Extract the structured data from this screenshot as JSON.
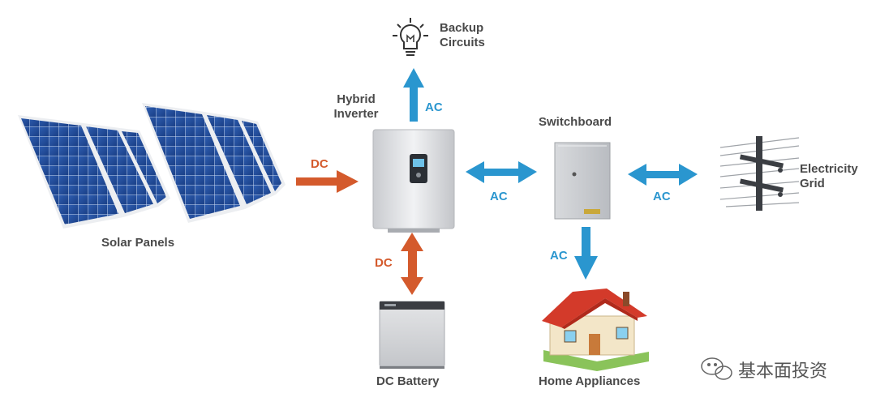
{
  "nodes": {
    "backup": {
      "line1": "Backup",
      "line2": "Circuits"
    },
    "inverter": {
      "line1": "Hybrid",
      "line2": "Inverter"
    },
    "switchboard": {
      "label": "Switchboard"
    },
    "grid": {
      "line1": "Electricity",
      "line2": "Grid"
    },
    "solar": {
      "label": "Solar Panels"
    },
    "battery": {
      "label": "DC Battery"
    },
    "home": {
      "label": "Home Appliances"
    }
  },
  "flows": {
    "solar_to_inverter": "DC",
    "inverter_to_backup": "AC",
    "inverter_switchboard": "AC",
    "switchboard_grid": "AC",
    "inverter_battery": "DC",
    "switchboard_home": "AC"
  },
  "watermark": {
    "text": "基本面投资"
  },
  "colors": {
    "ac_arrow": "#2a96cf",
    "dc_arrow": "#d45a2c",
    "label": "#4a4a4a"
  }
}
